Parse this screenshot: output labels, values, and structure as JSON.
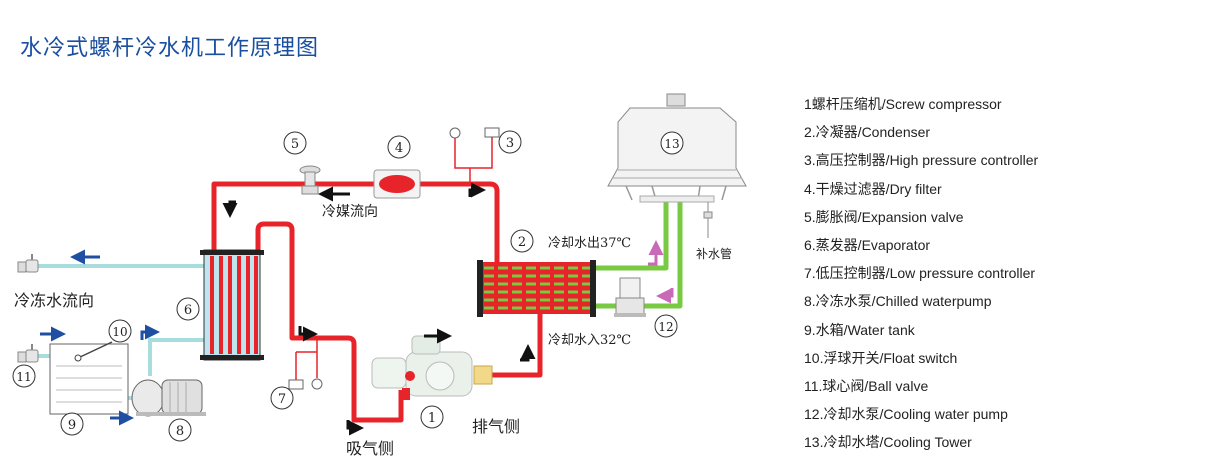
{
  "title": "水冷式螺杆冷水机工作原理图",
  "labels": {
    "refrigerant_flow": "冷媒流向",
    "chilled_water_flow": "冷冻水流向",
    "suction_side": "吸气侧",
    "discharge_side": "排气侧",
    "cooling_water_out": "冷却水出37℃",
    "cooling_water_in": "冷却水入32℃",
    "makeup_pipe": "补水管"
  },
  "components": [
    {
      "num": "1",
      "name": "Screw compressor"
    },
    {
      "num": "2",
      "name": "Condenser"
    },
    {
      "num": "3",
      "name": "High pressure controller"
    },
    {
      "num": "4",
      "name": "Dry filter"
    },
    {
      "num": "5",
      "name": "Expansion valve"
    },
    {
      "num": "6",
      "name": "Evaporator"
    },
    {
      "num": "7",
      "name": "Low pressure controller"
    },
    {
      "num": "8",
      "name": "Chilled water pump"
    },
    {
      "num": "9",
      "name": "Water tank"
    },
    {
      "num": "10",
      "name": "Float switch"
    },
    {
      "num": "11",
      "name": "Ball valve"
    },
    {
      "num": "12",
      "name": "Cooling water pump"
    },
    {
      "num": "13",
      "name": "Cooling Tower"
    }
  ],
  "legend": [
    "1螺杆压缩机/Screw  compressor",
    "2.冷凝器/Condenser",
    "3.高压控制器/High  pressure  controller",
    "4.干燥过滤器/Dry  filter",
    "5.膨胀阀/Expansion  valve",
    "6.蒸发器/Evaporator",
    "7.低压控制器/Low  pressure  controller",
    "8.冷冻水泵/Chilled waterpump",
    "9.水箱/Water  tank",
    "10.浮球开关/Float  switch",
    "11.球心阀/Ball   valve",
    "12.冷却水泵/Cooling  water   pump",
    "13.冷却水塔/Cooling  Tower"
  ],
  "colors": {
    "refrigerant": "#e8242b",
    "cooling_water": "#7ac943",
    "chilled_water": "#a8dde0",
    "flow_arrow": "#1f4fa3",
    "cooling_arrow": "#c86ab8",
    "title": "#1a4fa0"
  }
}
